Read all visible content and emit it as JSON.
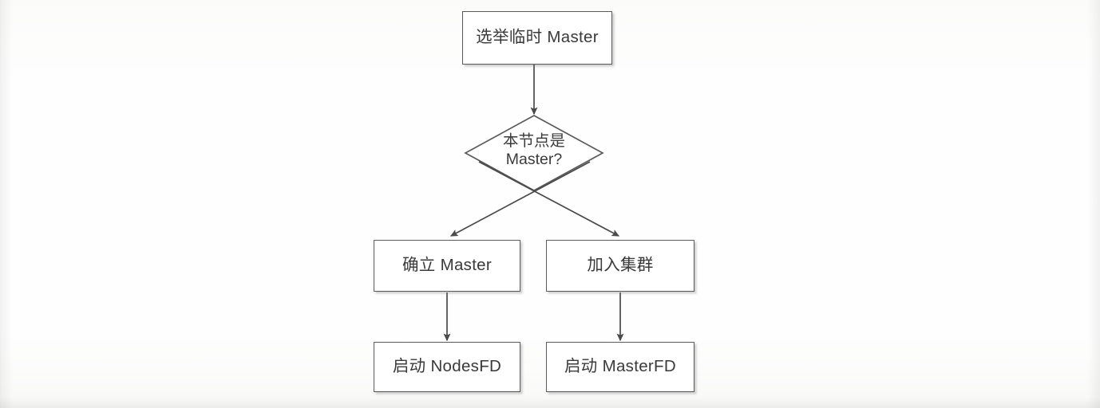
{
  "diagram": {
    "type": "flowchart",
    "title": "",
    "background_color": "#fdfdfc",
    "stroke_color": "#5a5a5a",
    "text_color": "#3a3a3a",
    "nodes": [
      {
        "id": "elect-temp-master",
        "shape": "process",
        "label": "选举临时 Master"
      },
      {
        "id": "is-this-node-master",
        "shape": "decision",
        "label_line1": "本节点是",
        "label_line2": "Master?"
      },
      {
        "id": "establish-master",
        "shape": "process",
        "label": "确立 Master"
      },
      {
        "id": "join-cluster",
        "shape": "process",
        "label": "加入集群"
      },
      {
        "id": "start-nodesfd",
        "shape": "process",
        "label": "启动 NodesFD"
      },
      {
        "id": "start-masterfd",
        "shape": "process",
        "label": "启动 MasterFD"
      }
    ],
    "edges": [
      {
        "id": "edge-elect-to-decision",
        "from": "elect-temp-master",
        "to": "is-this-node-master",
        "label": ""
      },
      {
        "id": "edge-decision-to-establish",
        "from": "is-this-node-master",
        "to": "establish-master",
        "label": ""
      },
      {
        "id": "edge-decision-to-join",
        "from": "is-this-node-master",
        "to": "join-cluster",
        "label": ""
      },
      {
        "id": "edge-establish-to-nodesfd",
        "from": "establish-master",
        "to": "start-nodesfd",
        "label": ""
      },
      {
        "id": "edge-join-to-masterfd",
        "from": "join-cluster",
        "to": "start-masterfd",
        "label": ""
      }
    ]
  }
}
